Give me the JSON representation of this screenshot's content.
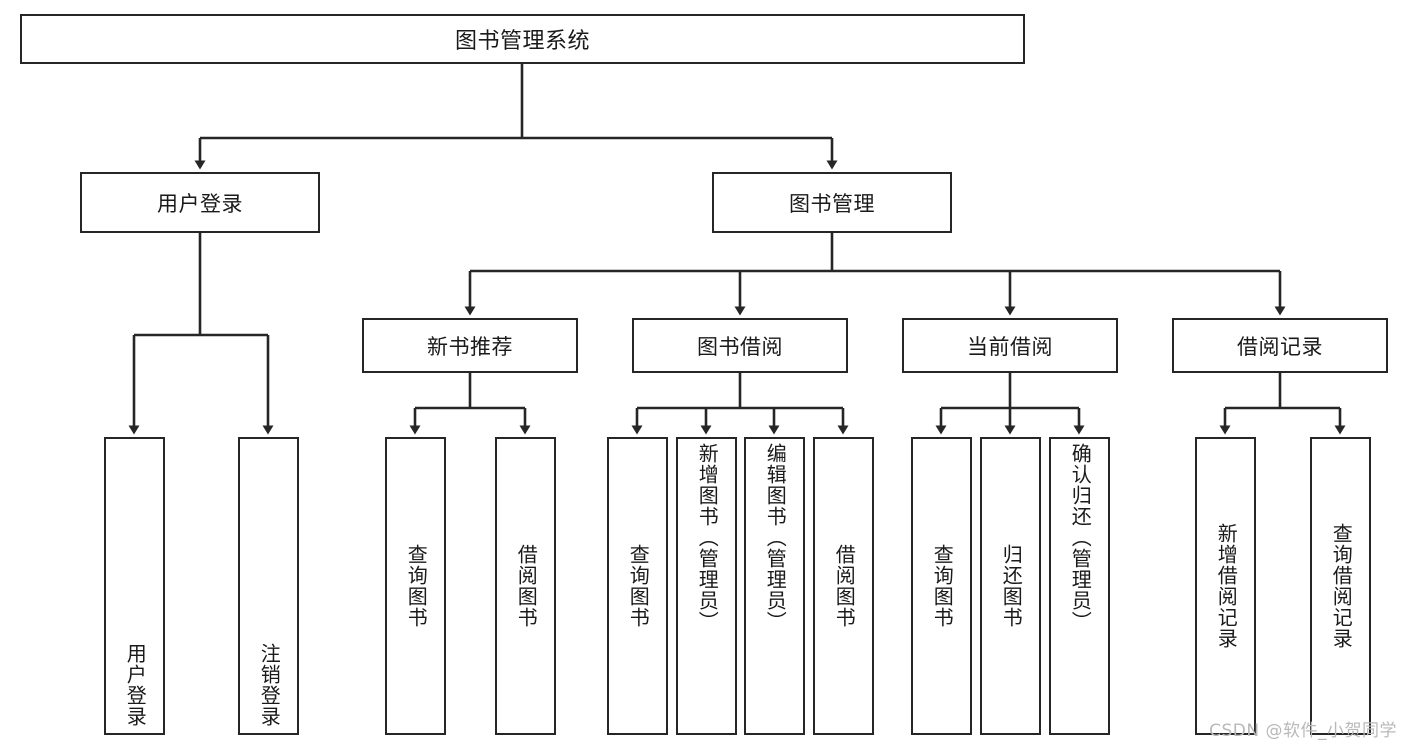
{
  "diagram": {
    "type": "tree",
    "title": "图书管理系统",
    "colors": {
      "stroke": "#262626",
      "box_fill": "#ffffff",
      "text": "#1a1a1a",
      "background": "#ffffff",
      "watermark": "#b9b9b9"
    },
    "levels": {
      "level1": [
        {
          "id": "root",
          "label": "图书管理系统"
        }
      ],
      "level2": [
        {
          "id": "user-login",
          "label": "用户登录"
        },
        {
          "id": "book-manage",
          "label": "图书管理"
        }
      ],
      "level3": [
        {
          "id": "new-book-recommend",
          "label": "新书推荐"
        },
        {
          "id": "book-borrow",
          "label": "图书借阅"
        },
        {
          "id": "current-borrow",
          "label": "当前借阅"
        },
        {
          "id": "borrow-record",
          "label": "借阅记录"
        }
      ],
      "level4": {
        "user-login": [
          {
            "id": "login",
            "label": "用户登录"
          },
          {
            "id": "logout",
            "label": "注销登录"
          }
        ],
        "new-book-recommend": [
          {
            "id": "query-book-1",
            "label": "查询图书"
          },
          {
            "id": "borrow-book-1",
            "label": "借阅图书"
          }
        ],
        "book-borrow": [
          {
            "id": "query-book-2",
            "label": "查询图书"
          },
          {
            "id": "add-book",
            "label": "新增图书（管理员）"
          },
          {
            "id": "edit-book",
            "label": "编辑图书（管理员）"
          },
          {
            "id": "borrow-book-2",
            "label": "借阅图书"
          }
        ],
        "current-borrow": [
          {
            "id": "query-book-3",
            "label": "查询图书"
          },
          {
            "id": "return-book",
            "label": "归还图书"
          },
          {
            "id": "confirm-return",
            "label": "确认归还（管理员）"
          }
        ],
        "borrow-record": [
          {
            "id": "add-record",
            "label": "新增借阅记录"
          },
          {
            "id": "query-record",
            "label": "查询借阅记录"
          }
        ]
      }
    },
    "watermark": "CSDN @软件_小贺同学"
  }
}
